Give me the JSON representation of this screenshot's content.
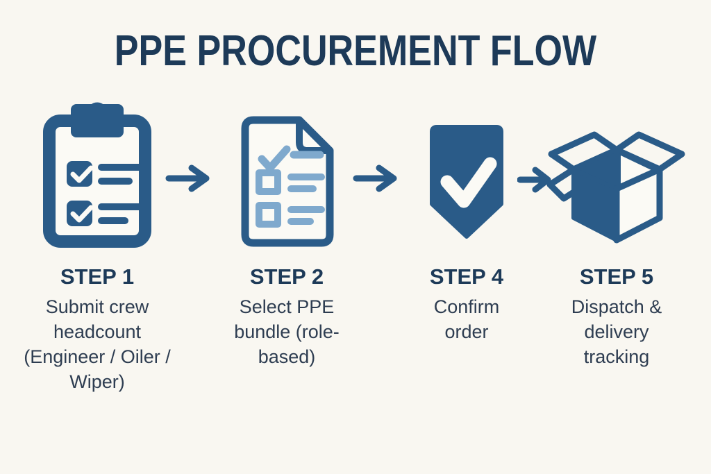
{
  "title": "PPE PROCUREMENT FLOW",
  "colors": {
    "background": "#f9f7f1",
    "primary": "#2a5b88",
    "light": "#7fa9cd",
    "heading": "#1d3a58",
    "body_text": "#2e3d51",
    "paper": "#fbfaf5"
  },
  "steps": [
    {
      "label": "STEP 1",
      "description": "Submit crew headcount (Engineer / Oiler / Wiper)",
      "icon": "clipboard-checklist-icon"
    },
    {
      "label": "STEP 2",
      "description": "Select PPE bundle (role-based)",
      "icon": "document-checklist-icon"
    },
    {
      "label": "STEP 4",
      "description": "Confirm order",
      "icon": "shield-check-icon"
    },
    {
      "label": "STEP 5",
      "description": "Dispatch & delivery tracking",
      "icon": "open-box-icon"
    }
  ],
  "arrows": [
    "right-arrow",
    "right-arrow",
    "right-arrow"
  ]
}
